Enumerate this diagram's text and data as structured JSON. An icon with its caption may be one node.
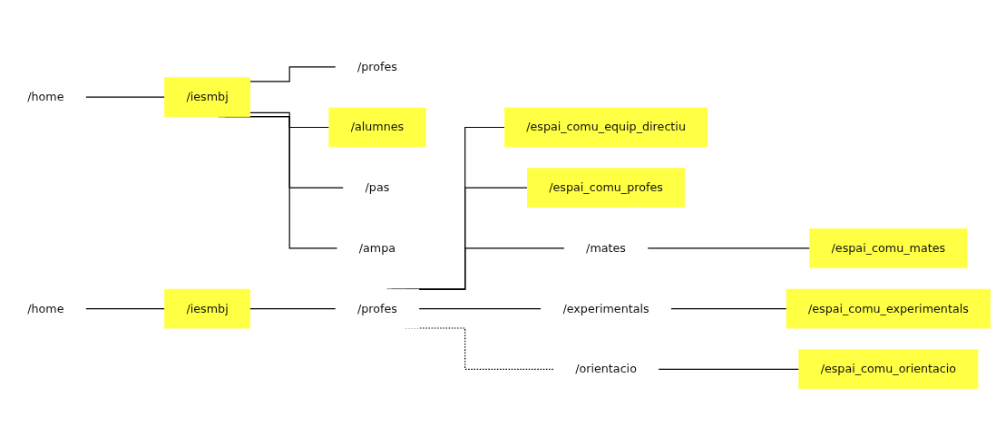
{
  "diagram": {
    "nodes": [
      {
        "text": [
          "/home"
        ]
      },
      {
        "text": [
          "/iesmbj"
        ]
      },
      {
        "text": [
          "/profes"
        ]
      },
      {
        "text": [
          "/alumnes"
        ]
      },
      {
        "text": [
          "/pas"
        ]
      },
      {
        "text": [
          "/ampa"
        ]
      },
      {
        "text": [
          "/home"
        ]
      },
      {
        "text": [
          "/iesmbj"
        ]
      },
      {
        "text": [
          "/profes"
        ]
      },
      {
        "text": [
          "/espai_comu_equip_directiu"
        ]
      },
      {
        "text": [
          "/espai_comu_profes"
        ]
      },
      {
        "text": [
          "/mates"
        ]
      },
      {
        "text": [
          "/espai_comu_mates"
        ]
      },
      {
        "text": [
          "/experimentals"
        ]
      },
      {
        "text": [
          "/espai_comu_experimentals"
        ]
      },
      {
        "text": [
          "/orientacio"
        ]
      },
      {
        "text": [
          "/espai_comu_orientacio"
        ]
      }
    ],
    "edges": [
      {
        "from": 0,
        "to": 1,
        "arrow": "none"
      },
      {
        "from": 1,
        "to": 2,
        "arrow": "none"
      },
      {
        "from": 1,
        "to": 3,
        "arrow": "none"
      },
      {
        "from": 1,
        "to": 4,
        "arrow": "none"
      },
      {
        "from": 1,
        "to": 5,
        "arrow": "none"
      },
      {
        "from": 6,
        "to": 7,
        "arrow": "none"
      },
      {
        "from": 7,
        "to": 8,
        "arrow": "none"
      },
      {
        "from": 8,
        "to": 9,
        "arrow": "none"
      },
      {
        "from": 8,
        "to": 10,
        "arrow": "none"
      },
      {
        "from": 8,
        "to": 11,
        "arrow": "none"
      },
      {
        "from": 11,
        "to": 12,
        "arrow": "none"
      },
      {
        "from": 8,
        "to": 13,
        "arrow": "none"
      },
      {
        "from": 13,
        "to": 14,
        "arrow": "none"
      },
      {
        "from": 8,
        "to": 15,
        "arrow": "none",
        "style": "dashed"
      },
      {
        "from": 15,
        "to": 16,
        "arrow": "none"
      }
    ]
  }
}
